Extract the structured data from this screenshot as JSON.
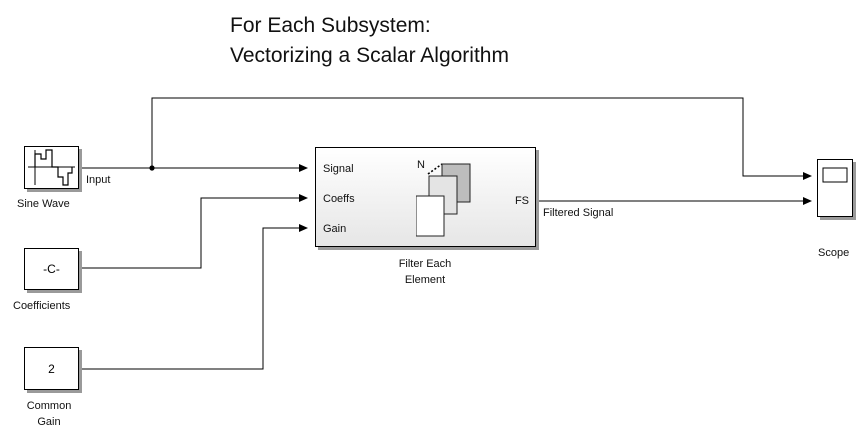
{
  "title": {
    "line1": "For Each Subsystem:",
    "line2": "Vectorizing a Scalar Algorithm"
  },
  "blocks": {
    "sine_wave": {
      "label": "Sine Wave"
    },
    "coefficients": {
      "label": "Coefficients",
      "value": "-C-"
    },
    "common_gain": {
      "label_line1": "Common",
      "label_line2": "Gain",
      "value": "2"
    },
    "subsystem": {
      "label_line1": "Filter Each",
      "label_line2": "Element",
      "inputs": [
        "Signal",
        "Coeffs",
        "Gain"
      ],
      "output": "FS",
      "icon_letter": "N"
    },
    "scope": {
      "label": "Scope"
    }
  },
  "signals": {
    "input": "Input",
    "filtered": "Filtered Signal"
  },
  "colors": {
    "line": "#000000",
    "shadow": "#9a9a9a"
  }
}
